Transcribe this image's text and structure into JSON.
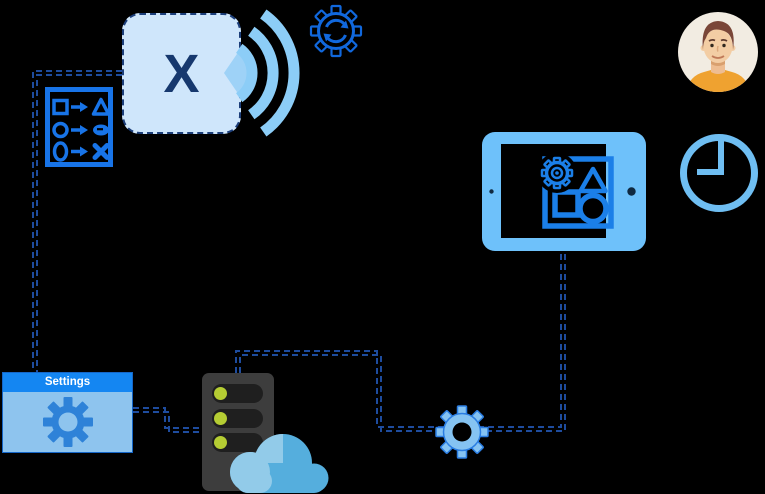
{
  "diagram": {
    "background_color": "#000000",
    "connector_box": {
      "label": "X"
    },
    "settings_window": {
      "title": "Settings"
    },
    "colors": {
      "accent_blue": "#1b76e8",
      "light_blue": "#6ec1fa",
      "pale_blue_fill": "#cfe6fb",
      "navy_text": "#16386e",
      "connector_dash_blue": "#1e4c9e",
      "titlebar_blue": "#1486f2",
      "window_body_blue": "#8ec4ee",
      "window_gear_blue": "#2e82d8",
      "server_gray": "#3d3d3d",
      "server_slot_dark": "#1f1f1f",
      "led_green": "#b5cd33",
      "cloud_light": "#92cbe9",
      "cloud_dark": "#55aedd",
      "avatar_background": "#f2ece2",
      "shirt_orange": "#efa230",
      "wifi_light_blue": "#8ccdf7"
    },
    "icons": [
      {
        "name": "custom-connector-box",
        "label": "X"
      },
      {
        "name": "wireless-signal-icon"
      },
      {
        "name": "sync-gear-icon"
      },
      {
        "name": "workflow-rules-icon"
      },
      {
        "name": "tablet-device-icon"
      },
      {
        "name": "user-avatar"
      },
      {
        "name": "clock-icon"
      },
      {
        "name": "settings-window",
        "title": "Settings"
      },
      {
        "name": "server-icon"
      },
      {
        "name": "cloud-icon"
      },
      {
        "name": "gear-icon"
      }
    ],
    "connections": [
      {
        "from": "custom-connector-box",
        "to": "settings-window",
        "style": "double-dashed"
      },
      {
        "from": "settings-window",
        "to": "server-icon",
        "style": "double-dashed"
      },
      {
        "from": "server-icon",
        "to": "gear-icon",
        "style": "double-dashed"
      },
      {
        "from": "gear-icon",
        "to": "tablet-device-icon",
        "style": "double-dashed"
      }
    ]
  }
}
